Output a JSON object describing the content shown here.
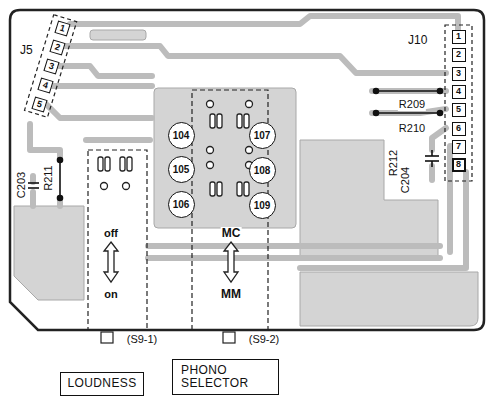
{
  "diagram": {
    "nodes": [
      {
        "text": [
          "J5"
        ]
      },
      {
        "text": [
          "1"
        ],
        "in": 0
      },
      {
        "text": [
          "2"
        ],
        "in": 0
      },
      {
        "text": [
          "3"
        ],
        "in": 0
      },
      {
        "text": [
          "4"
        ],
        "in": 0
      },
      {
        "text": [
          "5"
        ],
        "in": 0
      },
      {
        "text": [
          "J10"
        ]
      },
      {
        "text": [
          "1"
        ],
        "in": 6
      },
      {
        "text": [
          "2"
        ],
        "in": 6
      },
      {
        "text": [
          "3"
        ],
        "in": 6
      },
      {
        "text": [
          "4"
        ],
        "in": 6
      },
      {
        "text": [
          "5"
        ],
        "in": 6
      },
      {
        "text": [
          "6"
        ],
        "in": 6
      },
      {
        "text": [
          "7"
        ],
        "in": 6
      },
      {
        "text": [
          "8"
        ],
        "in": 6
      },
      {
        "text": [
          "104"
        ]
      },
      {
        "text": [
          "105"
        ]
      },
      {
        "text": [
          "106"
        ]
      },
      {
        "text": [
          "107"
        ]
      },
      {
        "text": [
          "108"
        ]
      },
      {
        "text": [
          "109"
        ]
      },
      {
        "text": [
          "LOUDNESS"
        ]
      },
      {
        "text": [
          "PHONO SELECTOR"
        ]
      }
    ],
    "labels": [
      "R209",
      "R210",
      "R212",
      "C204",
      "C203",
      "R211",
      "off",
      "on",
      "MC",
      "MM",
      "(S9-1)",
      "(S9-2)"
    ]
  }
}
